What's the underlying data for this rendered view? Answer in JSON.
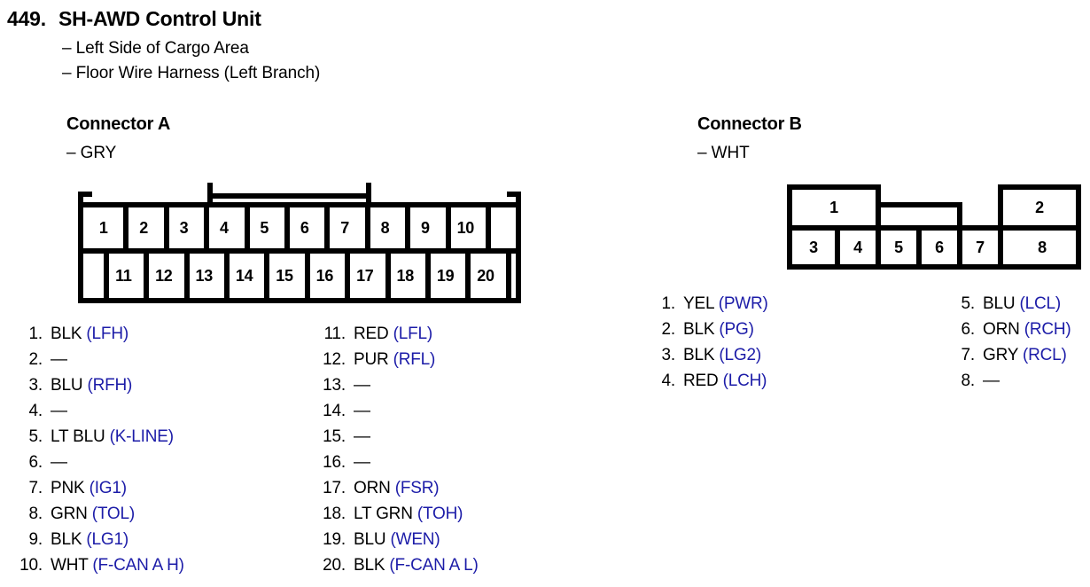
{
  "header": {
    "number": "449.",
    "title": "SH-AWD Control Unit",
    "notes": [
      "– Left Side of Cargo Area",
      "– Floor Wire Harness (Left Branch)"
    ]
  },
  "colors": {
    "signal_blue": "#1c1ca8",
    "text_black": "#000000",
    "background": "#ffffff"
  },
  "connector_a": {
    "title": "Connector A",
    "color_note": "– GRY",
    "diagram": {
      "top_row": [
        "1",
        "2",
        "3",
        "4",
        "5",
        "6",
        "7",
        "8",
        "9",
        "10"
      ],
      "bottom_row": [
        "11",
        "12",
        "13",
        "14",
        "15",
        "16",
        "17",
        "18",
        "19",
        "20"
      ],
      "latch": "top-bridge-spanning-pins-4-to-7"
    },
    "pins_left": [
      {
        "no": "1.",
        "wire": "BLK",
        "signal": "(LFH)"
      },
      {
        "no": "2.",
        "wire": "—",
        "signal": ""
      },
      {
        "no": "3.",
        "wire": "BLU",
        "signal": "(RFH)"
      },
      {
        "no": "4.",
        "wire": "—",
        "signal": ""
      },
      {
        "no": "5.",
        "wire": "LT BLU",
        "signal": "(K-LINE)"
      },
      {
        "no": "6.",
        "wire": "—",
        "signal": ""
      },
      {
        "no": "7.",
        "wire": "PNK",
        "signal": "(IG1)"
      },
      {
        "no": "8.",
        "wire": "GRN",
        "signal": "(TOL)"
      },
      {
        "no": "9.",
        "wire": "BLK",
        "signal": "(LG1)"
      },
      {
        "no": "10.",
        "wire": "WHT",
        "signal": "(F-CAN A H)"
      }
    ],
    "pins_right": [
      {
        "no": "11.",
        "wire": "RED",
        "signal": "(LFL)"
      },
      {
        "no": "12.",
        "wire": "PUR",
        "signal": "(RFL)"
      },
      {
        "no": "13.",
        "wire": "—",
        "signal": ""
      },
      {
        "no": "14.",
        "wire": "—",
        "signal": ""
      },
      {
        "no": "15.",
        "wire": "—",
        "signal": ""
      },
      {
        "no": "16.",
        "wire": "—",
        "signal": ""
      },
      {
        "no": "17.",
        "wire": "ORN",
        "signal": "(FSR)"
      },
      {
        "no": "18.",
        "wire": "LT GRN",
        "signal": "(TOH)"
      },
      {
        "no": "19.",
        "wire": "BLU",
        "signal": "(WEN)"
      },
      {
        "no": "20.",
        "wire": "BLK",
        "signal": "(F-CAN A L)"
      }
    ]
  },
  "connector_b": {
    "title": "Connector B",
    "color_note": "– WHT",
    "diagram": {
      "top_row": [
        "1",
        "2"
      ],
      "bottom_row": [
        "3",
        "4",
        "5",
        "6",
        "7",
        "8"
      ],
      "latch": "raised-tab-above-pins-5-and-6"
    },
    "pins_left": [
      {
        "no": "1.",
        "wire": "YEL",
        "signal": "(PWR)"
      },
      {
        "no": "2.",
        "wire": "BLK",
        "signal": "(PG)"
      },
      {
        "no": "3.",
        "wire": "BLK",
        "signal": "(LG2)"
      },
      {
        "no": "4.",
        "wire": "RED",
        "signal": "(LCH)"
      }
    ],
    "pins_right": [
      {
        "no": "5.",
        "wire": "BLU",
        "signal": "(LCL)"
      },
      {
        "no": "6.",
        "wire": "ORN",
        "signal": "(RCH)"
      },
      {
        "no": "7.",
        "wire": "GRY",
        "signal": "(RCL)"
      },
      {
        "no": "8.",
        "wire": "—",
        "signal": ""
      }
    ]
  }
}
